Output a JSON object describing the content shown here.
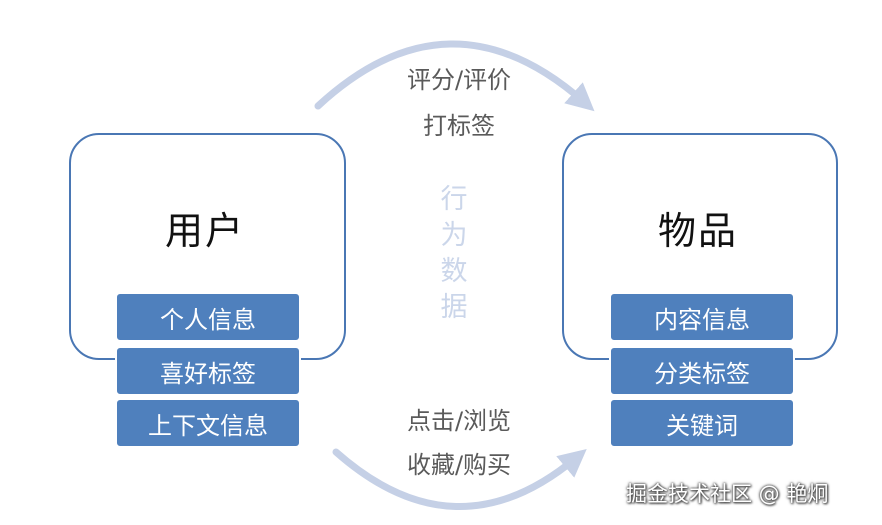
{
  "user": {
    "title": "用户",
    "tags": [
      "个人信息",
      "喜好标签",
      "上下文信息"
    ]
  },
  "item": {
    "title": "物品",
    "tags": [
      "内容信息",
      "分类标签",
      "关键词"
    ]
  },
  "top_arrow": {
    "line1": "评分/评价",
    "line2": "打标签"
  },
  "bottom_arrow": {
    "line1": "点击/浏览",
    "line2": "收藏/购买"
  },
  "center": {
    "chars": [
      "行",
      "为",
      "数",
      "据"
    ]
  },
  "watermark": "掘金技术社区 @ 艳炯",
  "colors": {
    "frame_border": "#4a77b4",
    "tag_fill": "#4f80bd",
    "arrow": "#c5d0e6",
    "center_text": "#cbd6ea",
    "label_text": "#5a5a5a"
  }
}
